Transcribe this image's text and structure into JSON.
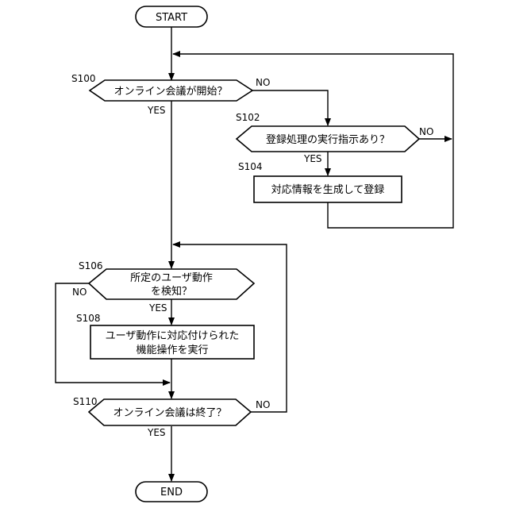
{
  "nodes": {
    "start": "START",
    "end": "END",
    "s100": "オンライン会議が開始？",
    "s102": "登録処理の実行指示あり？",
    "s104": "対応情報を生成して登録",
    "s106_line1": "所定のユーザ動作",
    "s106_line2": "を検知？",
    "s108_line1": "ユーザ動作に対応付けられた",
    "s108_line2": "機能操作を実行",
    "s110": "オンライン会議は終了？"
  },
  "step_labels": {
    "s100": "S100",
    "s102": "S102",
    "s104": "S104",
    "s106": "S106",
    "s108": "S108",
    "s110": "S110"
  },
  "branches": {
    "yes": "YES",
    "no": "NO"
  }
}
